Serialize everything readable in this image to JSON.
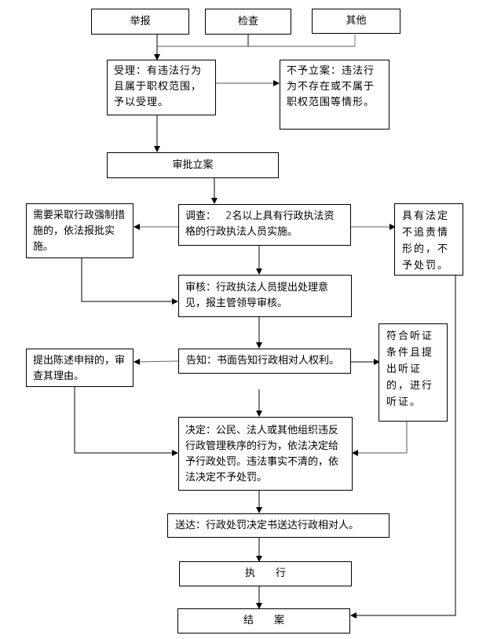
{
  "diagram": {
    "sources": [
      {
        "id": "report",
        "label": "举报"
      },
      {
        "id": "inspection",
        "label": "检查"
      },
      {
        "id": "other",
        "label": "其他"
      }
    ],
    "accept": {
      "label": "受理：有违法行为且属于职权范围，予以受理。"
    },
    "reject": {
      "label": "不予立案：违法行为不存在或不属于职权范围等情形。"
    },
    "approve_filing": {
      "label": "审批立案"
    },
    "investigate": {
      "prefix": "调查：",
      "number": "2",
      "label": "名以上具有行政执法资格的行政执法人员实施。"
    },
    "coercive": {
      "label": "需要采取行政强制措施的，依法报批实施。"
    },
    "no_liability": {
      "label": "具有法定不追责情形的，不予处罚。"
    },
    "review": {
      "label": "审核：行政执法人员提出处理意见，报主管领导审核。"
    },
    "notify": {
      "label": "告知：书面告知行政相对人权利。"
    },
    "defense": {
      "label": "提出陈述申辩的，审查其理由。"
    },
    "hearing": {
      "label": "符合听证条件且提出听证的，进行听证。"
    },
    "decision": {
      "label": "决定：公民、法人或其他组织违反行政管理秩序的行为，依法决定给予行政处罚。违法事实不清的，依法决定不予处罚。"
    },
    "deliver": {
      "label": "送达：行政处罚决定书送达行政相对人。"
    },
    "execute": {
      "label": "执　　行"
    },
    "close": {
      "label": "结　　案"
    }
  },
  "edges": [
    [
      "report",
      "accept"
    ],
    [
      "inspection",
      "accept"
    ],
    [
      "other",
      "accept"
    ],
    [
      "accept",
      "reject"
    ],
    [
      "accept",
      "approve_filing"
    ],
    [
      "approve_filing",
      "investigate"
    ],
    [
      "investigate",
      "coercive"
    ],
    [
      "investigate",
      "no_liability"
    ],
    [
      "investigate",
      "review"
    ],
    [
      "coercive",
      "review"
    ],
    [
      "review",
      "notify"
    ],
    [
      "notify",
      "defense"
    ],
    [
      "notify",
      "hearing"
    ],
    [
      "notify",
      "decision"
    ],
    [
      "defense",
      "decision"
    ],
    [
      "hearing",
      "decision"
    ],
    [
      "decision",
      "deliver"
    ],
    [
      "deliver",
      "execute"
    ],
    [
      "execute",
      "close"
    ],
    [
      "no_liability",
      "close"
    ]
  ]
}
